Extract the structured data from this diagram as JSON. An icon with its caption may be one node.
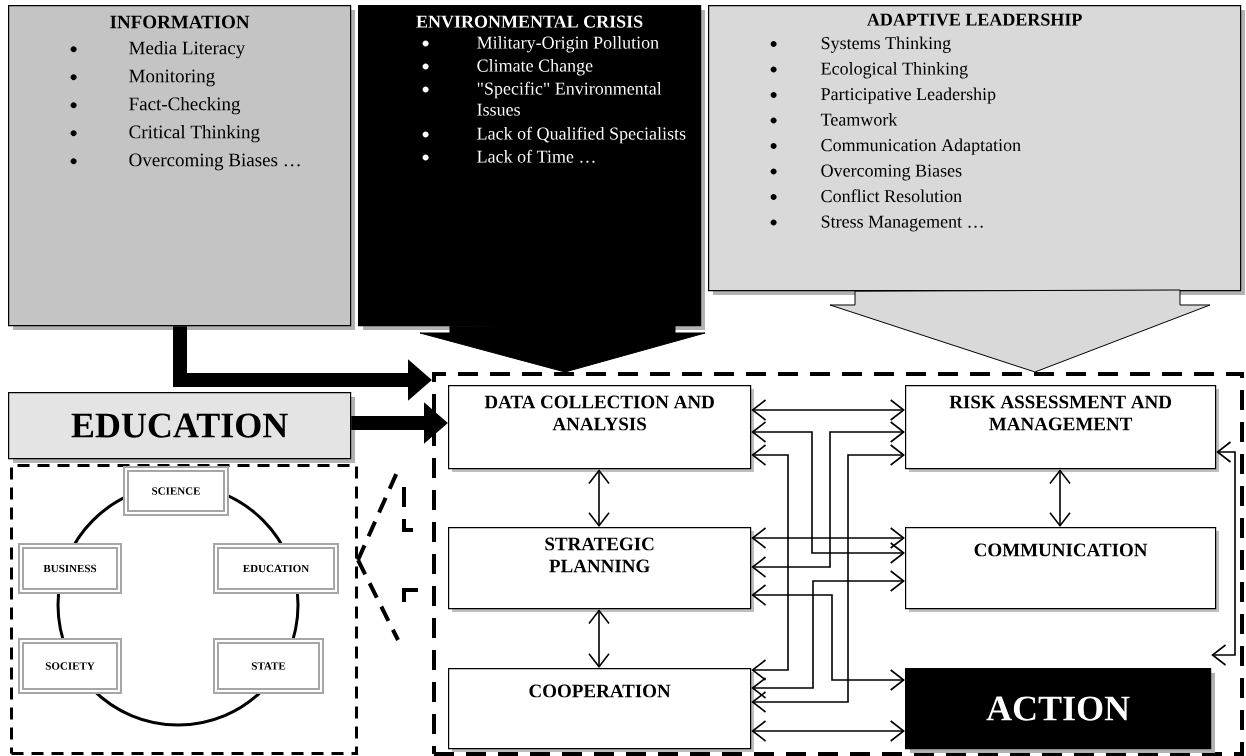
{
  "diagram": {
    "nodes": [
      {
        "text": [
          "INFORMATION",
          "Media Literacy",
          "Monitoring",
          "Fact-Checking",
          "Critical Thinking",
          "Overcoming Biases …"
        ]
      },
      {
        "text": [
          "ENVIRONMENTAL CRISIS",
          "Military-Origin Pollution",
          "Climate Change",
          "\"Specific\" Environmental Issues",
          "Lack of Qualified Specialists",
          "Lack of Time …"
        ]
      },
      {
        "text": [
          "ADAPTIVE LEADERSHIP",
          "Systems Thinking",
          "Ecological Thinking",
          "Participative Leadership",
          "Teamwork",
          "Communication Adaptation",
          "Overcoming Biases",
          "Conflict Resolution",
          "Stress Management …"
        ]
      },
      {
        "text": [
          "EDUCATION"
        ]
      },
      {
        "text": [],
        "shape": "box"
      },
      {
        "text": [
          "DATA COLLECTION AND ANALYSIS"
        ],
        "in": 4
      },
      {
        "text": [
          "RISK ASSESSMENT AND MANAGEMENT"
        ],
        "in": 4
      },
      {
        "text": [
          "STRATEGIC PLANNING"
        ],
        "in": 4
      },
      {
        "text": [
          "COMMUNICATION"
        ],
        "in": 4
      },
      {
        "text": [
          "COOPERATION"
        ],
        "in": 4
      },
      {
        "text": [
          "ACTION"
        ],
        "in": 4
      },
      {
        "text": [],
        "shape": "box"
      },
      {
        "text": [
          "SCIENCE"
        ],
        "in": 11
      },
      {
        "text": [
          "BUSINESS"
        ],
        "in": 11
      },
      {
        "text": [
          "EDUCATION"
        ],
        "in": 11
      },
      {
        "text": [
          "SOCIETY"
        ],
        "in": 11
      },
      {
        "text": [
          "STATE"
        ],
        "in": 11
      }
    ],
    "edges": [
      {
        "from": 0,
        "to": 4,
        "arrow": "to",
        "style": "thick"
      },
      {
        "from": 1,
        "to": 4,
        "arrow": "to",
        "style": "thick"
      },
      {
        "from": 2,
        "to": 4,
        "arrow": "to",
        "style": "thick",
        "color": "#d9d9d9"
      },
      {
        "from": 3,
        "to": 5,
        "arrow": "to",
        "style": "thick"
      },
      {
        "from": 5,
        "to": 6,
        "arrow": "both"
      },
      {
        "from": 5,
        "to": 8,
        "arrow": "both"
      },
      {
        "from": 6,
        "to": 7,
        "arrow": "both"
      },
      {
        "from": 5,
        "to": 9,
        "arrow": "both"
      },
      {
        "from": 6,
        "to": 9,
        "arrow": "both"
      },
      {
        "from": 7,
        "to": 8,
        "arrow": "both"
      },
      {
        "from": 8,
        "to": 9,
        "arrow": "both"
      },
      {
        "from": 7,
        "to": 10,
        "arrow": "both"
      },
      {
        "from": 9,
        "to": 10,
        "arrow": "both"
      },
      {
        "from": 5,
        "to": 7,
        "arrow": "both"
      },
      {
        "from": 7,
        "to": 9,
        "arrow": "both"
      },
      {
        "from": 6,
        "to": 8,
        "arrow": "both"
      },
      {
        "from": 10,
        "to": 6,
        "arrow": "both"
      },
      {
        "from": 11,
        "to": 4,
        "arrow": "none",
        "style": "dashed"
      }
    ]
  }
}
